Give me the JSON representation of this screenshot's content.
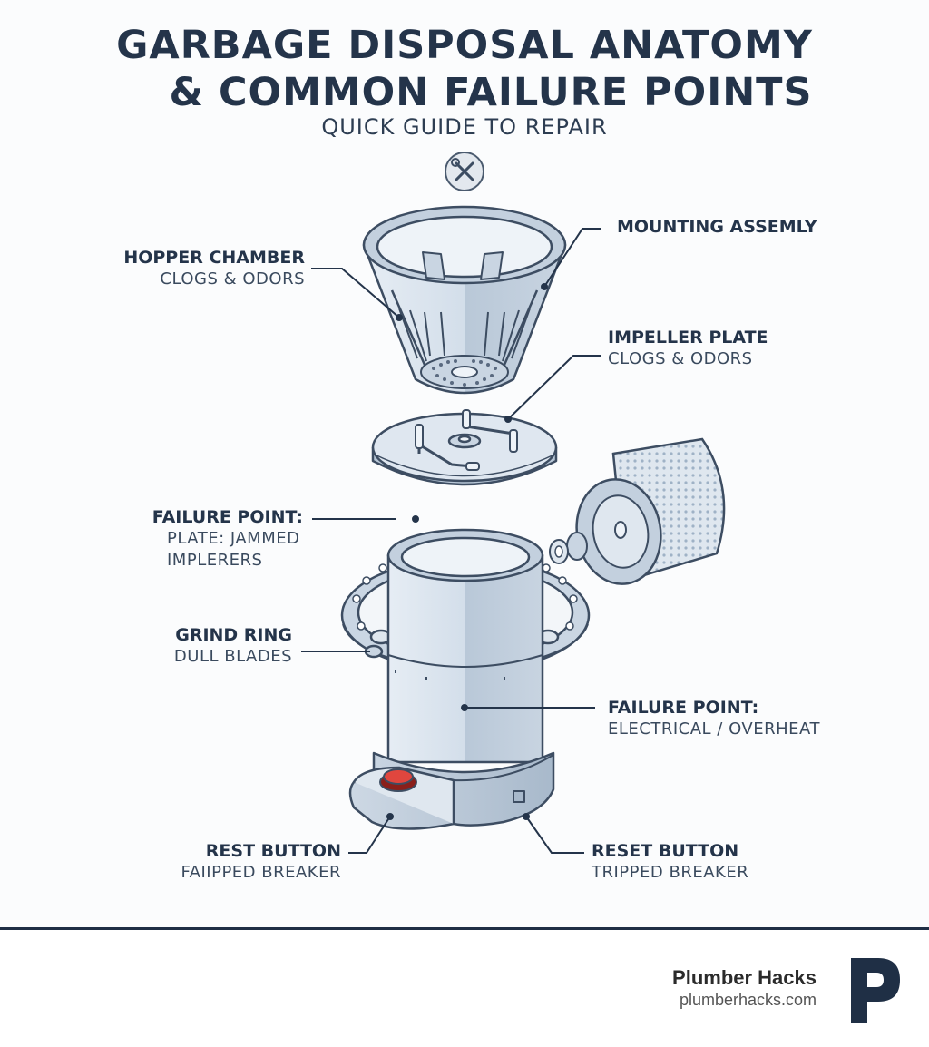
{
  "header": {
    "title_line1": "GARBAGE DISPOSAL ANATOMY",
    "title_line2": "& COMMON FAILURE POINTS",
    "subtitle": "QUICK GUIDE TO REPAIR",
    "icon": "wrench-screwdriver-icon"
  },
  "callouts": {
    "hopper": {
      "head": "HOPPER CHAMBER",
      "sub": "CLOGS & ODORS"
    },
    "mounting": {
      "head": "MOUNTING ASSEMLY"
    },
    "impeller": {
      "head": "IMPELLER PLATE",
      "sub": "CLOGS & ODORS"
    },
    "failure_plate": {
      "head": "FAILURE POINT:",
      "sub1": "PLATE: JAMMED",
      "sub2": "IMPLERERS"
    },
    "grind_ring": {
      "head": "GRIND RING",
      "sub": "DULL BLADES"
    },
    "failure_electrical": {
      "head": "FAILURE POINT:",
      "sub": "ELECTRICAL / OVERHEAT"
    },
    "rest_button": {
      "head": "REST BUTTON",
      "sub": "FAIIPPED BREAKER"
    },
    "reset_button": {
      "head": "RESET BUTTON",
      "sub": "TRIPPED BREAKER"
    }
  },
  "brand": {
    "name": "Plumber Hacks",
    "url": "plumberhacks.com",
    "logo": "plumber-hacks-p-logo"
  },
  "colors": {
    "navy": "#24344a",
    "metal_light": "#dde6ef",
    "metal_mid": "#b7c6d6",
    "outline": "#3d4d62",
    "reset_red": "#e0463e"
  }
}
